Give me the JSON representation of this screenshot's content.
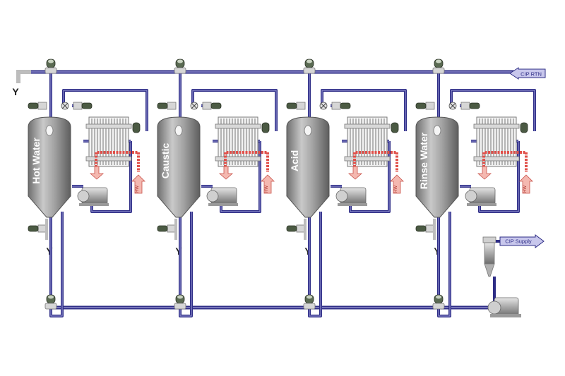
{
  "tanks": [
    {
      "label": "Hot Water"
    },
    {
      "label": "Caustic"
    },
    {
      "label": "Acid"
    },
    {
      "label": "Rinse Water"
    }
  ],
  "exchanger_label": "HW",
  "return_label": "CIP RTN",
  "supply_label": "CIP Supply",
  "drain_symbol": "Y",
  "colors": {
    "pipe": "#2e2d86",
    "pipe_light": "#8d8ccc",
    "tank": "#9a9a9a",
    "hot_pipe": "#e0504a",
    "arrow_fill": "#f4b8b0",
    "callout_fill": "#c8c7ec"
  }
}
